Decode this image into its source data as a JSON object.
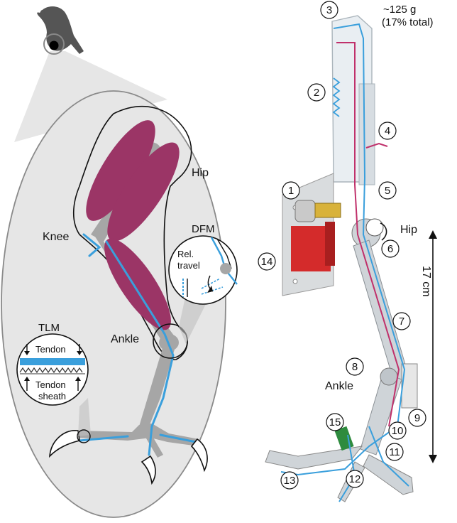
{
  "left_panel": {
    "labels": {
      "hip": "Hip",
      "knee": "Knee",
      "ankle": "Ankle",
      "dfm": "DFM",
      "rel_travel_line1": "Rel.",
      "rel_travel_line2": "travel",
      "tlm": "TLM",
      "tendon": "Tendon",
      "tendon_sheath_line1": "Tendon",
      "tendon_sheath_line2": "sheath"
    }
  },
  "right_panel": {
    "mass_line1": "~125 g",
    "mass_line2": "(17% total)",
    "hip": "Hip",
    "ankle": "Ankle",
    "length": "17 cm",
    "callouts": [
      "1",
      "2",
      "3",
      "4",
      "5",
      "6",
      "7",
      "8",
      "9",
      "10",
      "11",
      "12",
      "13",
      "14",
      "15"
    ]
  },
  "colors": {
    "muscle": "#9b3566",
    "bone": "#a6a6a6",
    "tendon": "#3a9fdc",
    "bubble_bg": "#e6e6e6",
    "servo_red": "#d42b2b",
    "cable_pink": "#c0306b"
  }
}
